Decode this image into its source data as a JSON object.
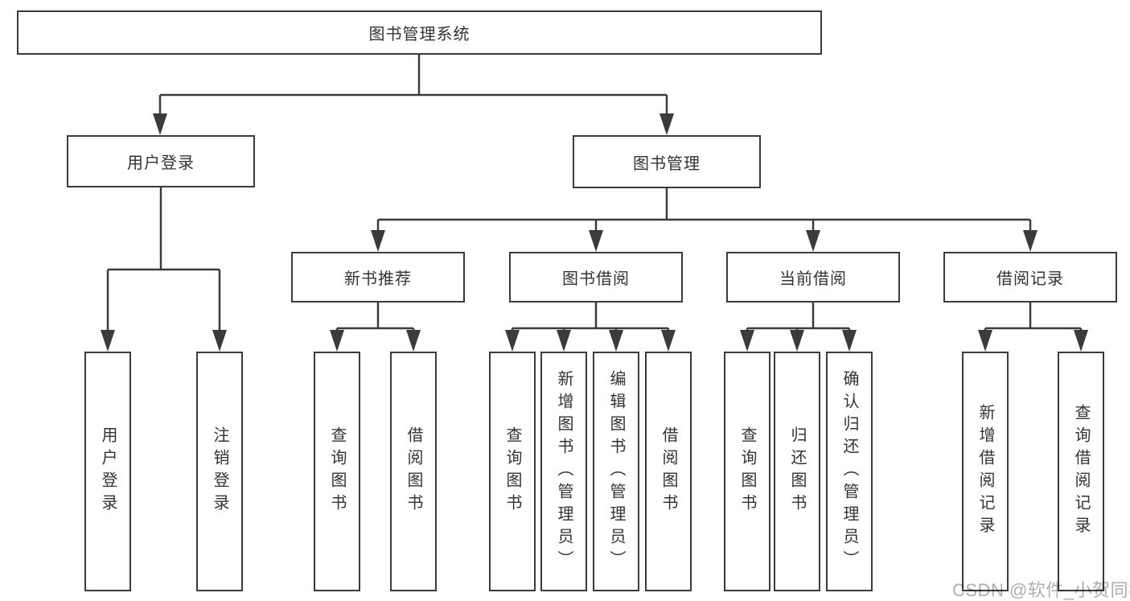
{
  "diagram": {
    "title_node": {
      "label": "图书管理系统"
    },
    "level2": [
      {
        "id": "user-login",
        "label": "用户登录"
      },
      {
        "id": "book-management",
        "label": "图书管理"
      }
    ],
    "level3": [
      {
        "id": "new-book-recommend",
        "label": "新书推荐"
      },
      {
        "id": "book-borrow",
        "label": "图书借阅"
      },
      {
        "id": "current-borrow",
        "label": "当前借阅"
      },
      {
        "id": "borrow-records",
        "label": "借阅记录"
      }
    ],
    "leaves": [
      {
        "parent": "user-login",
        "label": "用户登录"
      },
      {
        "parent": "user-login",
        "label": "注销登录"
      },
      {
        "parent": "new-book-recommend",
        "label": "查询图书"
      },
      {
        "parent": "new-book-recommend",
        "label": "借阅图书"
      },
      {
        "parent": "book-borrow",
        "label": "查询图书"
      },
      {
        "parent": "book-borrow",
        "label": "新增图书（管理员）"
      },
      {
        "parent": "book-borrow",
        "label": "编辑图书（管理员）"
      },
      {
        "parent": "book-borrow",
        "label": "借阅图书"
      },
      {
        "parent": "current-borrow",
        "label": "查询图书"
      },
      {
        "parent": "current-borrow",
        "label": "归还图书"
      },
      {
        "parent": "current-borrow",
        "label": "确认归还（管理员）"
      },
      {
        "parent": "borrow-records",
        "label": "新增借阅记录"
      },
      {
        "parent": "borrow-records",
        "label": "查询借阅记录"
      }
    ]
  },
  "watermark": {
    "text": "CSDN @软件_小贺同学"
  },
  "colors": {
    "line": "#3b3b3b",
    "text": "#333333",
    "watermark": "#a5a5a5",
    "background": "#ffffff"
  }
}
